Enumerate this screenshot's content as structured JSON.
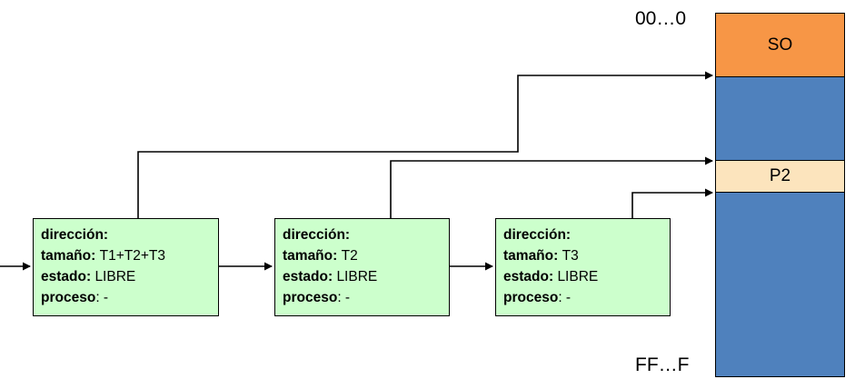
{
  "diagram": {
    "title_text": "",
    "colors": {
      "node_fill": "#ccffcc",
      "node_border": "#000000",
      "os_band": "#f79646",
      "free_band": "#4f81bd",
      "process_band": "#fce4bd",
      "wire": "#000000"
    }
  },
  "nodes": [
    {
      "id": "node-1",
      "fields": [
        {
          "key": "dirección:",
          "value": ""
        },
        {
          "key": "tamaño:",
          "value": "T1+T2+T3"
        },
        {
          "key": "estado:",
          "value": "LIBRE"
        },
        {
          "key": "proceso",
          "value": ": -"
        }
      ]
    },
    {
      "id": "node-2",
      "fields": [
        {
          "key": "dirección:",
          "value": ""
        },
        {
          "key": "tamaño:",
          "value": "T2"
        },
        {
          "key": "estado:",
          "value": "LIBRE"
        },
        {
          "key": "proceso",
          "value": ": -"
        }
      ]
    },
    {
      "id": "node-3",
      "fields": [
        {
          "key": "dirección:",
          "value": ""
        },
        {
          "key": "tamaño:",
          "value": "T3"
        },
        {
          "key": "estado:",
          "value": "LIBRE"
        },
        {
          "key": "proceso",
          "value": ": -"
        }
      ]
    }
  ],
  "memory": {
    "top_address_label": "00…0",
    "bottom_address_label": "FF…F",
    "bands": [
      {
        "id": "band-so",
        "label": "SO"
      },
      {
        "id": "band-free-1",
        "label": ""
      },
      {
        "id": "band-p2",
        "label": "P2"
      },
      {
        "id": "band-free-2",
        "label": ""
      }
    ]
  }
}
